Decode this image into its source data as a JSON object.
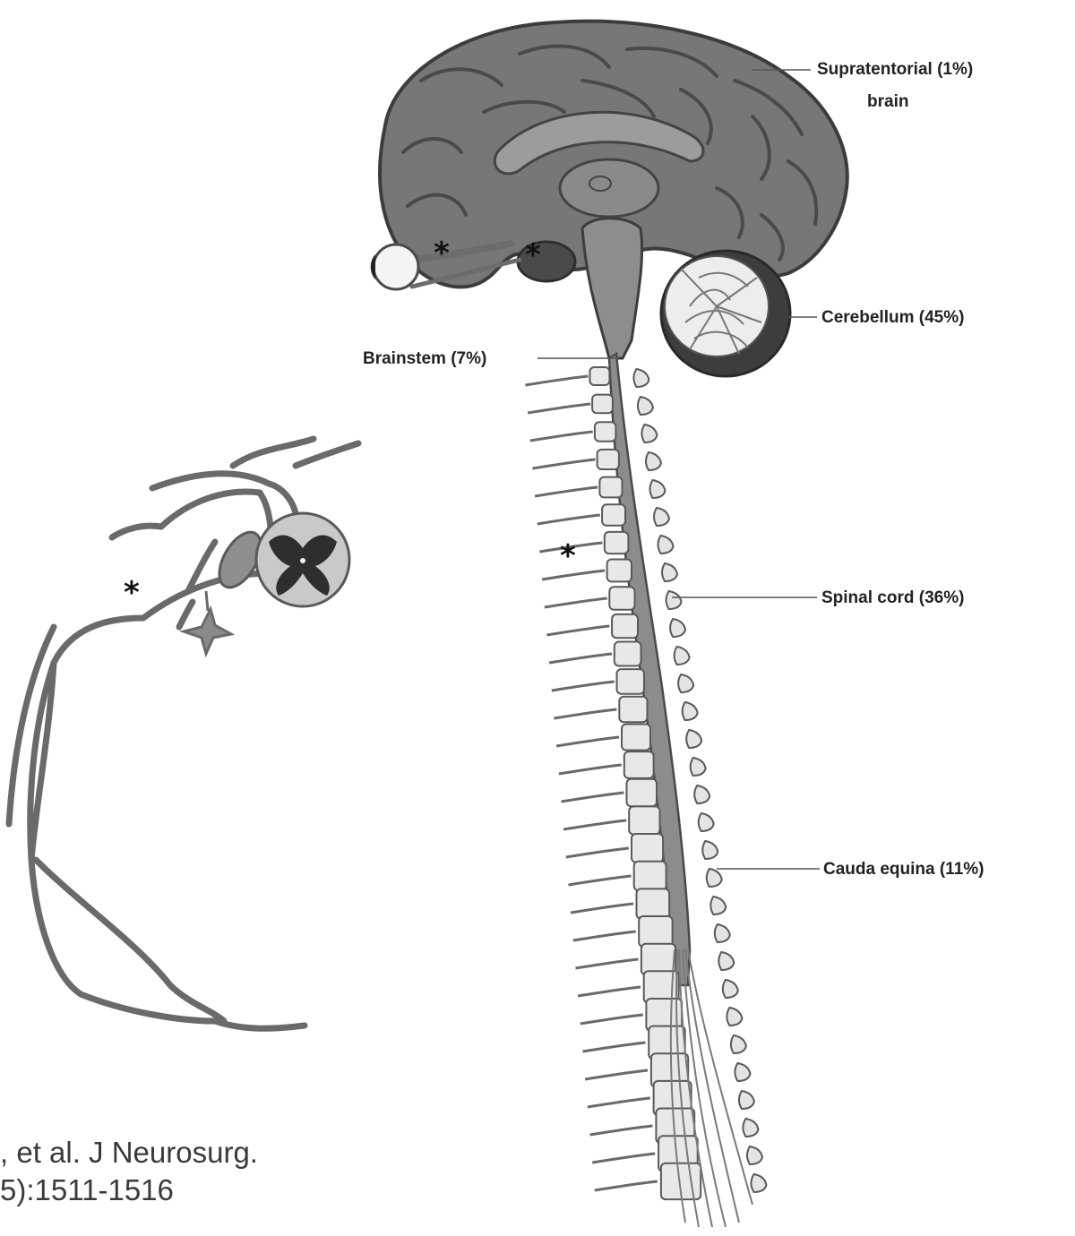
{
  "labels": {
    "supratentorial_line1": "Supratentorial  (1%)",
    "supratentorial_line2": "brain",
    "cerebellum": "Cerebellum (45%)",
    "brainstem": "Brainstem (7%)",
    "spinal_cord": "Spinal cord (36%)",
    "cauda_equina": "Cauda equina (11%)"
  },
  "markers": {
    "asterisk": "*"
  },
  "citation": {
    "line1": ", et al. J Neurosurg.",
    "line2": "5):1511-1516"
  },
  "colors": {
    "brain_fill": "#7b7b7b",
    "brain_dark": "#5e5e5e",
    "cord_fill": "#8c8c8c",
    "vertebra_fill": "#e8e8e8",
    "line": "#555555"
  }
}
